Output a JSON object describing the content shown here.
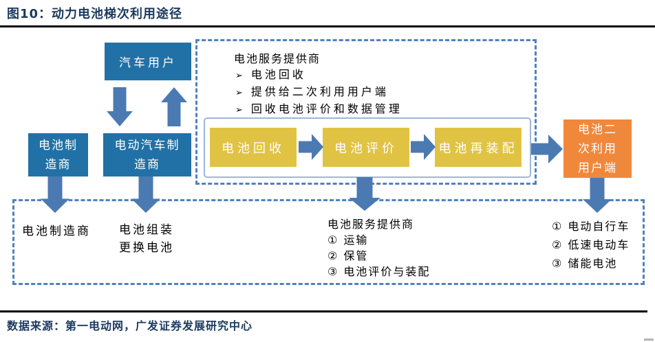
{
  "header": {
    "title": "图10：动力电池梯次利用途径"
  },
  "diagram": {
    "car_user_label": "汽车用户",
    "battery_maker_lines": [
      "电池制",
      "造商"
    ],
    "ev_maker_lines": [
      "电动汽车制",
      "造商"
    ],
    "service_panel": {
      "title": "电池服务提供商",
      "bullet_char": "➢",
      "bullets": [
        "电池回收",
        "提供给二次利用用户端",
        "回收电池评价和数据管理"
      ]
    },
    "process_steps": [
      "电池回收",
      "电池评价",
      "电池再装配"
    ],
    "secondary_user_lines": [
      "电池二",
      "次利用",
      "用户端"
    ],
    "bottom_panel": {
      "battery_maker_label": "电池制造商",
      "assembly_lines": [
        "电池组装",
        "更换电池"
      ],
      "service_title": "电池服务提供商",
      "service_items": [
        "① 运输",
        "② 保管",
        "③ 电池评价与装配"
      ],
      "secondary_use_items": [
        "① 电动自行车",
        "② 低速电动车",
        "③ 储能电池"
      ]
    }
  },
  "footer": {
    "source": "数据来源：第一电动网，广发证券发展研究中心"
  },
  "colors": {
    "box_blue": "#2171A6",
    "box_yellow": "#E0C343",
    "box_orange": "#F0883C",
    "arrow_blue": "#4B7AB2",
    "dash_blue": "#4F81BD",
    "title_navy": "#1C3A5F",
    "divider_black": "#000000"
  }
}
